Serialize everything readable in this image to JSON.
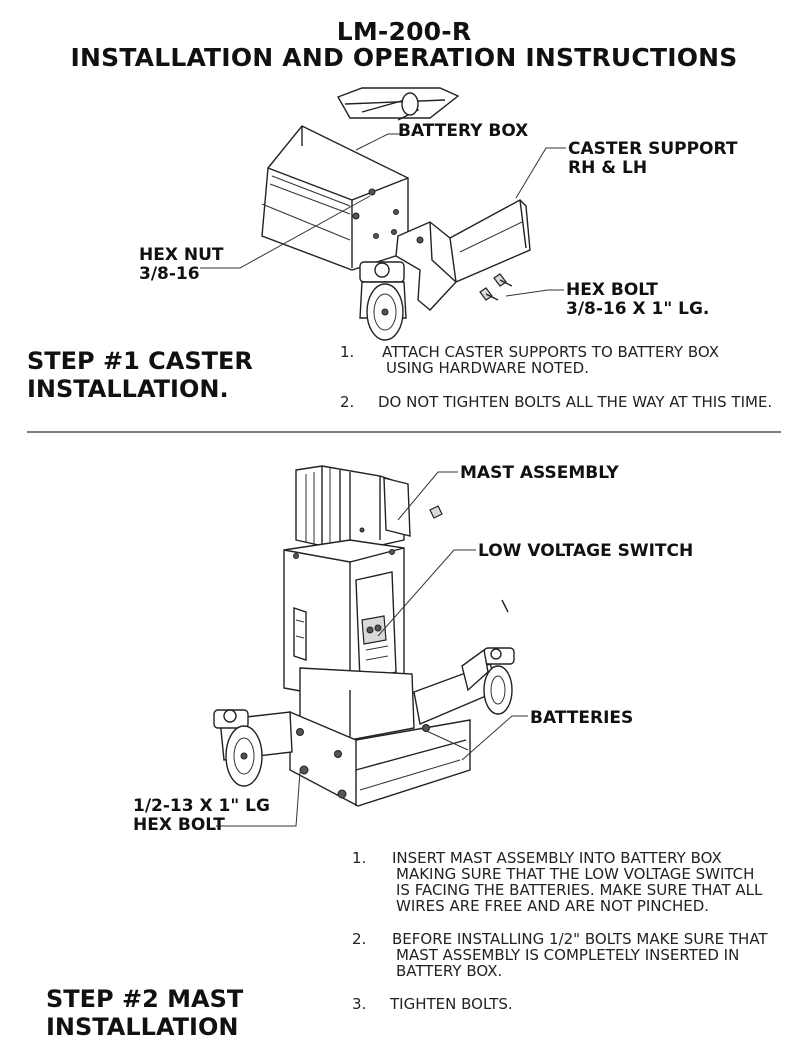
{
  "header": {
    "model": "LM-200-R",
    "title": "INSTALLATION AND OPERATION INSTRUCTIONS"
  },
  "step1": {
    "heading_line1": "STEP #1 CASTER",
    "heading_line2": "INSTALLATION.",
    "labels": {
      "battery_box": "BATTERY BOX",
      "caster_support_line1": "CASTER SUPPORT",
      "caster_support_line2": "RH & LH",
      "hex_nut_line1": "HEX NUT",
      "hex_nut_line2": "3/8-16",
      "hex_bolt_line1": "HEX BOLT",
      "hex_bolt_line2": "3/8-16 X 1\" LG."
    },
    "instructions": [
      {
        "num": "1.",
        "lines": [
          "ATTACH CASTER SUPPORTS TO BATTERY BOX",
          "USING HARDWARE NOTED."
        ]
      },
      {
        "num": "2.",
        "lines": [
          "DO NOT TIGHTEN BOLTS ALL THE WAY AT THIS TIME."
        ]
      }
    ]
  },
  "step2": {
    "heading_line1": "STEP #2 MAST",
    "heading_line2": "INSTALLATION",
    "labels": {
      "mast_assembly": "MAST ASSEMBLY",
      "low_voltage_switch": "LOW VOLTAGE SWITCH",
      "batteries": "BATTERIES",
      "hex_bolt_line1": "1/2-13 X 1\" LG",
      "hex_bolt_line2": "HEX BOLT"
    },
    "instructions": [
      {
        "num": "1.",
        "lines": [
          "INSERT MAST ASSEMBLY INTO BATTERY BOX",
          "MAKING SURE THAT THE LOW VOLTAGE SWITCH",
          "IS FACING THE BATTERIES. MAKE SURE THAT ALL",
          "WIRES ARE FREE AND ARE NOT PINCHED."
        ]
      },
      {
        "num": "2.",
        "lines": [
          "BEFORE INSTALLING 1/2\" BOLTS MAKE SURE THAT",
          "MAST ASSEMBLY IS COMPLETELY INSERTED IN",
          "BATTERY BOX."
        ]
      },
      {
        "num": "3.",
        "lines": [
          "TIGHTEN BOLTS."
        ]
      }
    ]
  }
}
